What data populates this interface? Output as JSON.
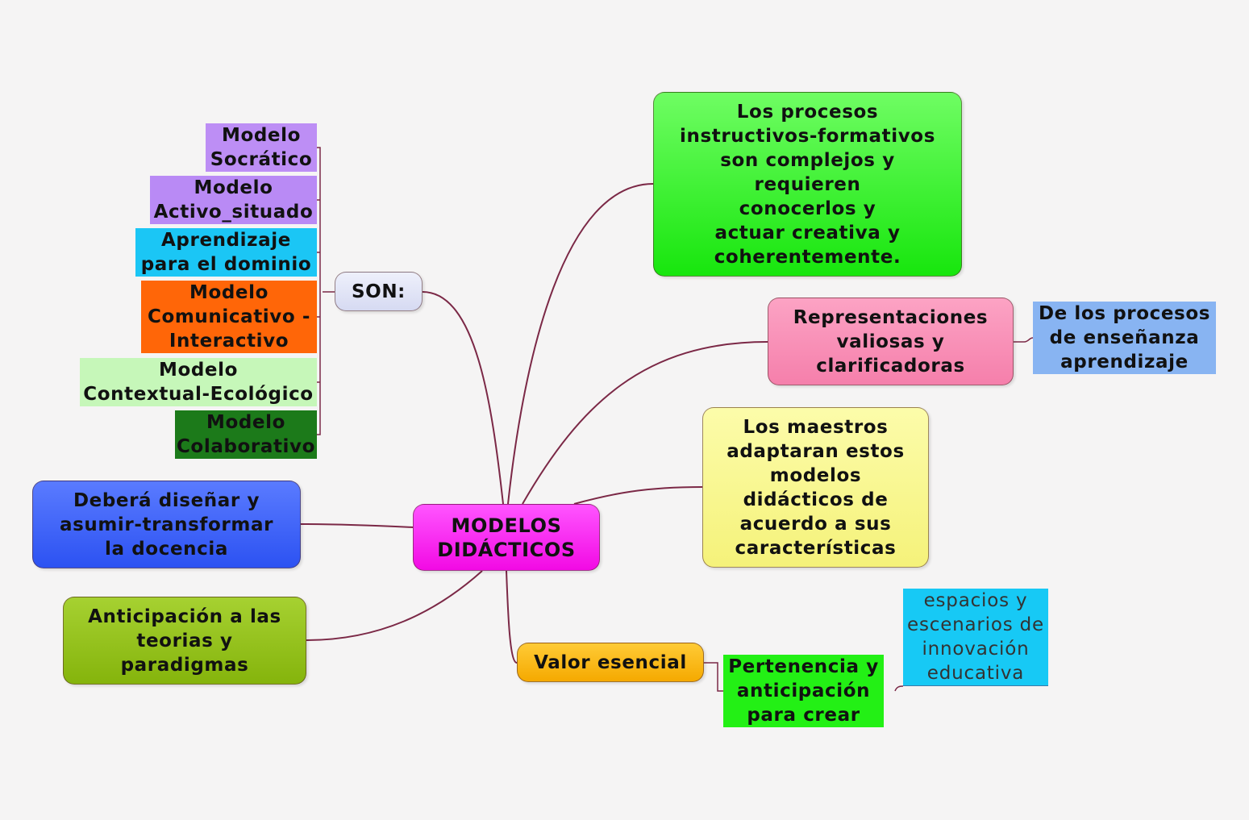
{
  "center": "MODELOS\nDIDÁCTICOS",
  "son": {
    "label": "SON:",
    "items": [
      "Modelo\nSocrático",
      "Modelo\nActivo_situado",
      "Aprendizaje\npara el dominio",
      "Modelo\nComunicativo -\nInteractivo",
      "Modelo\nContextual-Ecológico",
      "Modelo\nColaborativo"
    ]
  },
  "procesos": "Los procesos\ninstructivos-formativos\nson complejos y\nrequieren\nconocerlos y\nactuar creativa y\ncoherentemente.",
  "representaciones": {
    "label": "Representaciones\nvaliosas y\nclarificadoras",
    "child": "De los procesos\nde enseñanza\naprendizaje"
  },
  "maestros": "Los maestros\nadaptaran estos\nmodelos\ndidácticos de\nacuerdo a sus\ncaracterísticas",
  "valor": {
    "label": "Valor esencial",
    "child": "Pertenencia y\nanticipación\npara crear",
    "grandchild": "espacios y\nescenarios de\ninnovación\neducativa"
  },
  "disenar": "Deberá diseñar y\nasumir-transformar\nla docencia",
  "anticipacion": "Anticipación a las\nteorias y\nparadigmas",
  "colors": {
    "link": "#7b2846",
    "center": "#f20ae4",
    "procesos": "#17e60d",
    "representaciones": "#f57fab",
    "maestros": "#f5f27a",
    "valor": "#f5a900",
    "disenar": "#2c52f2",
    "anticipacion": "#85b40c"
  }
}
